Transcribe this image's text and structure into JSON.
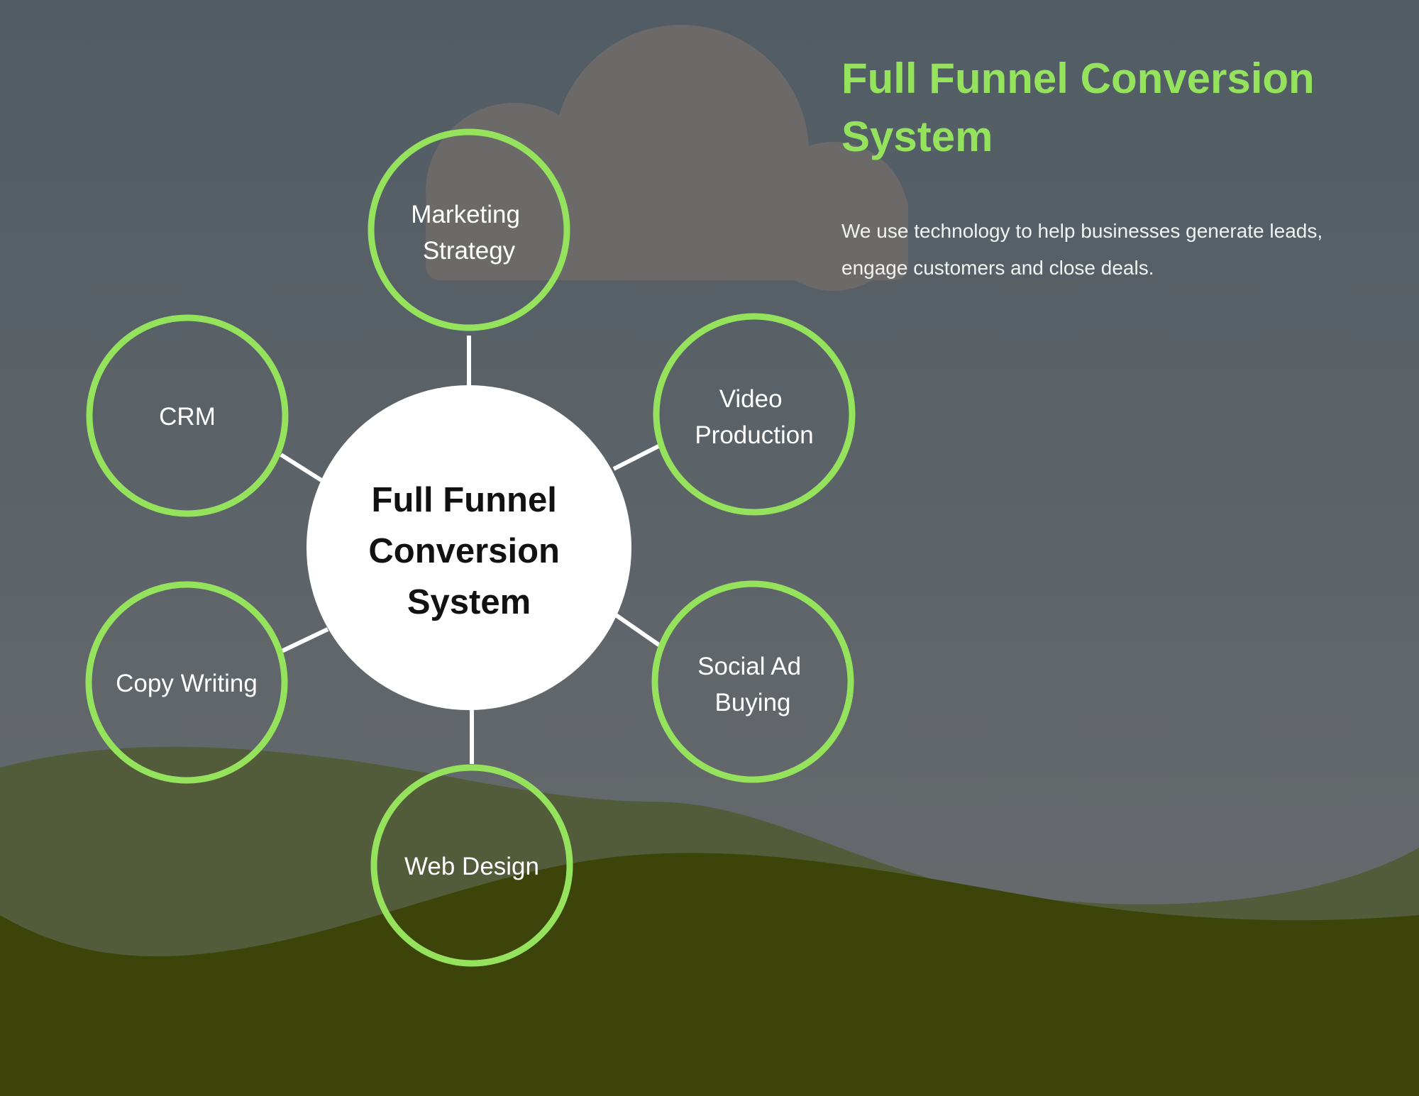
{
  "diagram": {
    "center_label_lines": [
      "Full Funnel",
      "Conversion",
      "System"
    ],
    "nodes": [
      {
        "id": "marketing-strategy",
        "label_lines": [
          "Marketing",
          "Strategy"
        ]
      },
      {
        "id": "video-production",
        "label_lines": [
          "Video",
          "Production"
        ]
      },
      {
        "id": "social-ad-buying",
        "label_lines": [
          "Social Ad",
          "Buying"
        ]
      },
      {
        "id": "web-design",
        "label_lines": [
          "Web Design"
        ]
      },
      {
        "id": "copy-writing",
        "label_lines": [
          "Copy Writing"
        ]
      },
      {
        "id": "crm",
        "label_lines": [
          "CRM"
        ]
      }
    ]
  },
  "headline": "Full Funnel Conversion System",
  "tagline": "We use technology to help businesses generate leads, engage customers and close deals.",
  "colors": {
    "accent_green": "#95e35d",
    "center_fill": "#ffffff",
    "center_text": "#111111",
    "node_text": "#ffffff",
    "sky_top": "#515c64",
    "sky_bottom": "#6a6c6e",
    "cloud": "#6c6a68",
    "hill_light": "#535c3a",
    "hill_dark": "#3c4409"
  }
}
